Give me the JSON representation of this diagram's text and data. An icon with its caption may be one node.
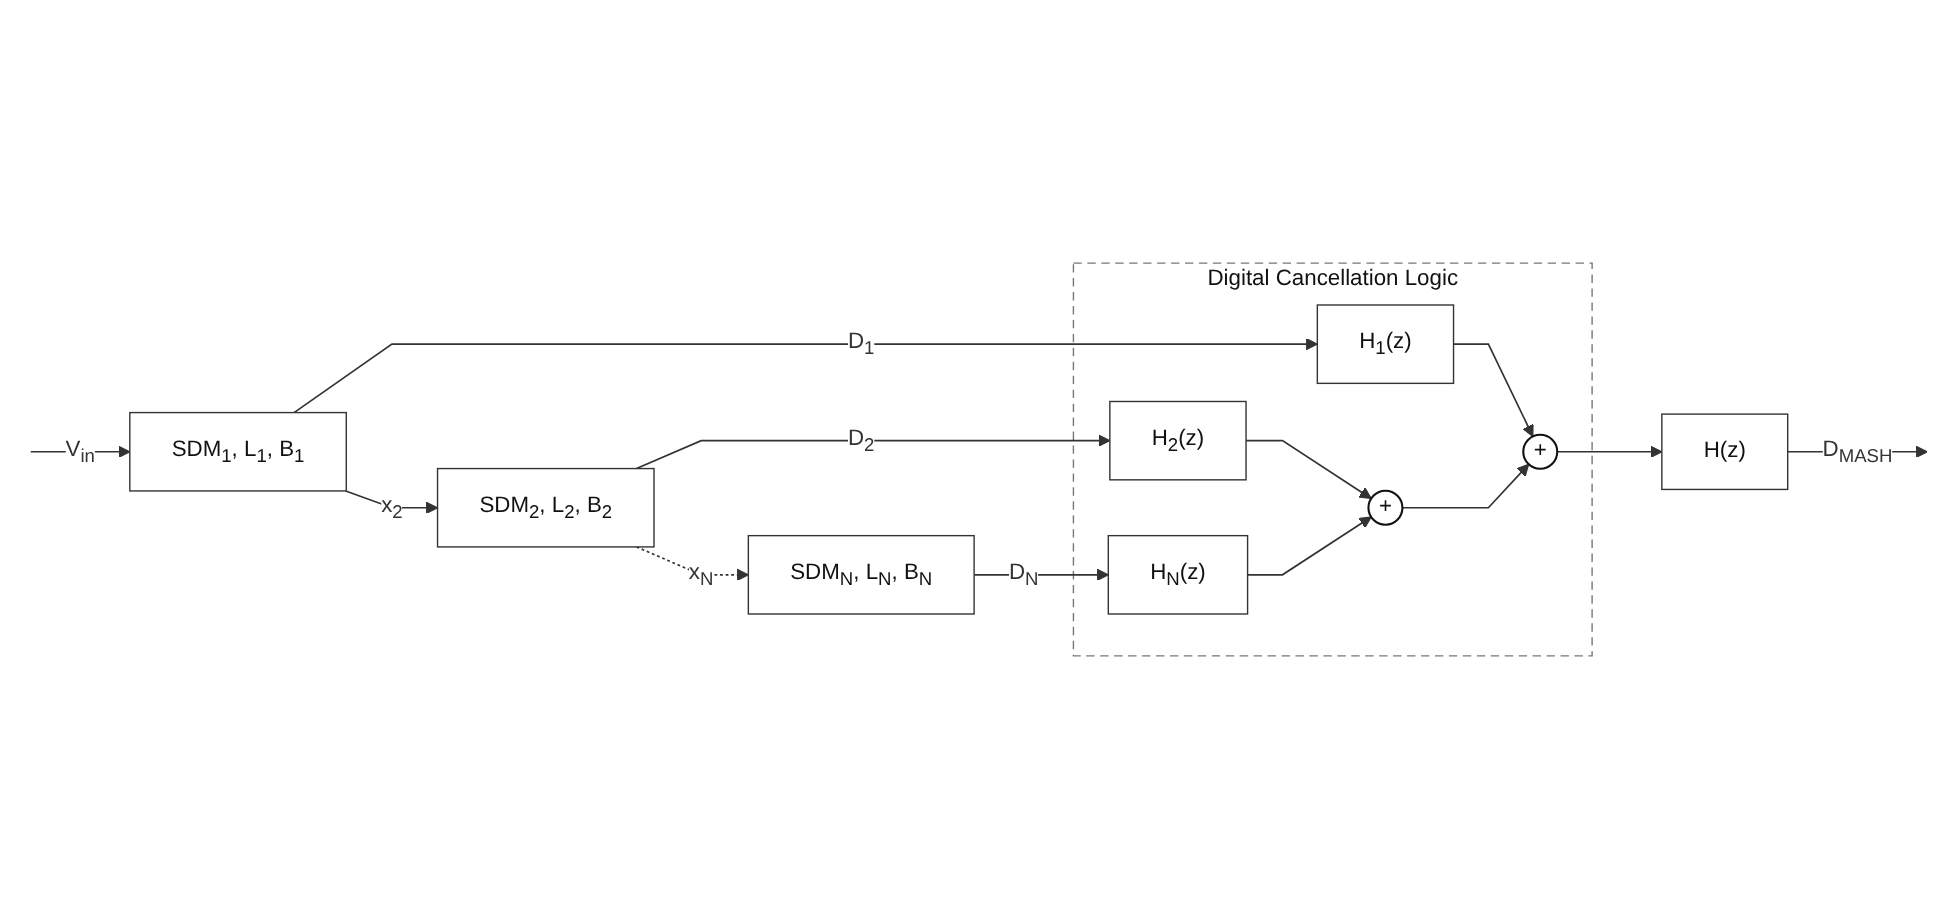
{
  "diagram": {
    "nodes": [
      {
        "text": [
          "SDM$_{1}$, L$_{1}$, B$_{1}$"
        ]
      },
      {
        "text": [
          "SDM$_{2}$, L$_{2}$, B$_{2}$"
        ]
      },
      {
        "text": [
          "SDM$_{N}$, L$_{N}$, B$_{N}$"
        ]
      },
      {
        "text": [
          "Digital Cancellation Logic"
        ]
      },
      {
        "text": [
          "H$_{1}$(z)"
        ],
        "in": 3
      },
      {
        "text": [
          "H$_{2}$(z)"
        ],
        "in": 3
      },
      {
        "text": [
          "H$_{N}$(z)"
        ],
        "in": 3
      },
      {
        "text": [
          "+"
        ],
        "in": 3
      },
      {
        "text": [
          "+"
        ],
        "in": 3
      },
      {
        "text": [
          "H(z)"
        ]
      }
    ],
    "edges": [
      {
        "from": null,
        "to": 0,
        "arrow": "to",
        "label": "V$_{in}$"
      },
      {
        "from": 0,
        "to": 4,
        "arrow": "to",
        "label": "D$_{1}$"
      },
      {
        "from": 0,
        "to": 1,
        "arrow": "to",
        "label": "x$_{2}$"
      },
      {
        "from": 1,
        "to": 5,
        "arrow": "to",
        "label": "D$_{2}$"
      },
      {
        "from": 1,
        "to": 2,
        "arrow": "to",
        "label": "x$_{N}$",
        "style": "dashed"
      },
      {
        "from": 2,
        "to": 6,
        "arrow": "to",
        "label": "D$_{N}$"
      },
      {
        "from": 4,
        "to": 7,
        "arrow": "to"
      },
      {
        "from": 5,
        "to": 8,
        "arrow": "to"
      },
      {
        "from": 6,
        "to": 8,
        "arrow": "to"
      },
      {
        "from": 8,
        "to": 7,
        "arrow": "to"
      },
      {
        "from": 7,
        "to": 9,
        "arrow": "to"
      },
      {
        "from": 9,
        "to": null,
        "arrow": "to",
        "label": "D$_{MASH}$"
      }
    ]
  }
}
